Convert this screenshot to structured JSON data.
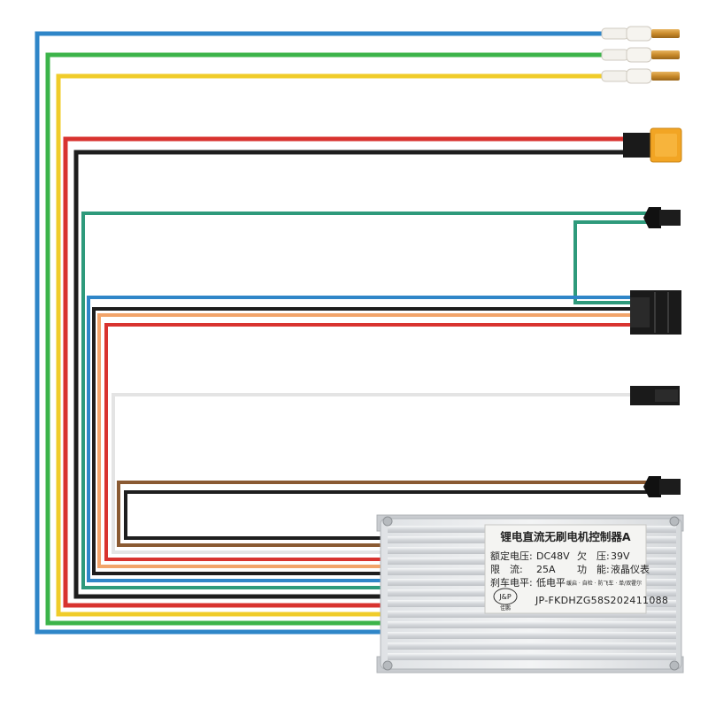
{
  "label": {
    "title": "锂电直流无刷电机控制器A",
    "rated_voltage_label": "额定电压:",
    "rated_voltage_value": "DC48V",
    "under_voltage_label": "欠　压:",
    "under_voltage_value": "39V",
    "current_limit_label": "限　流:",
    "current_limit_value": "25A",
    "function_label": "功　能:",
    "function_value": "液晶仪表",
    "brake_level_label": "刹车电平:",
    "brake_level_value": "低电平",
    "features": "缓启 · 自检 · 防飞车 · 单/双霍尔",
    "brand_logo": "J&P",
    "brand_name": "佳鹏",
    "serial": "JP-FKDHZG58S202411088"
  },
  "colors": {
    "wire_blue": "#2f86c8",
    "wire_green": "#3cb44a",
    "wire_yellow": "#f0cc2a",
    "wire_red": "#d8332f",
    "wire_black": "#1e1e1e",
    "wire_teal": "#2e9a7b",
    "wire_orange": "#f2a46a",
    "wire_brown": "#8a5a32",
    "wire_white": "#e4e4e4",
    "controller_body": "#e8eaec",
    "connector_xt60": "#f2a524"
  },
  "connectors": [
    "phase-bullet-connectors",
    "xt60-battery-connector",
    "throttle-connector",
    "display-connector",
    "ignition-connector",
    "brake-connector"
  ]
}
